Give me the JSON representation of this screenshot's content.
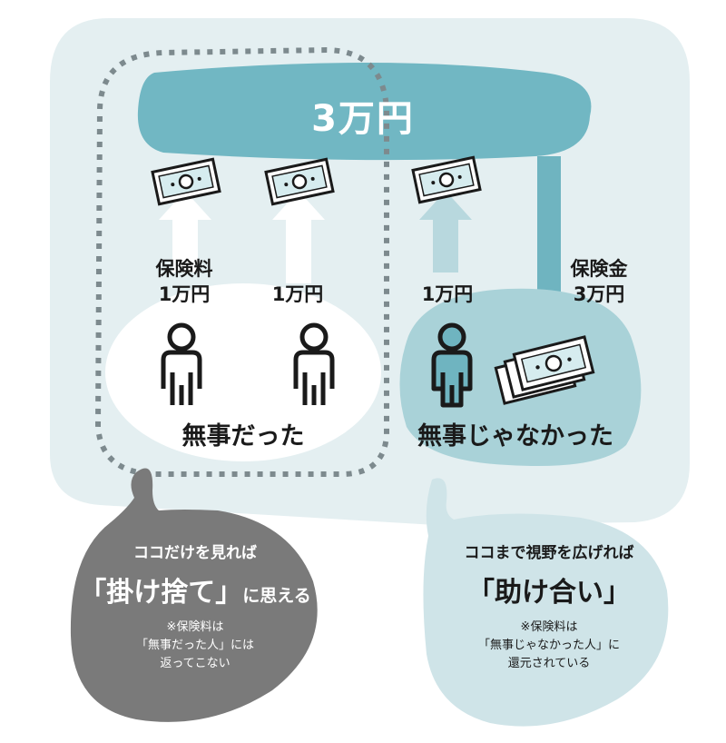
{
  "colors": {
    "background_panel": "#e4eff1",
    "pool": "#71b7c3",
    "pool_arrow": "#6fb4c0",
    "unharmed_group": "#ffffff",
    "harmed_group": "#a9d2d8",
    "left_bubble": "#7a7a7a",
    "right_bubble": "#cfe4e8",
    "dotted_border": "#7d8a8e",
    "person_highlight": "#6fb4c0"
  },
  "pool": {
    "amount": "3万円"
  },
  "premium_heading": "保険料",
  "premiums": [
    {
      "amount": "1万円"
    },
    {
      "amount": "1万円"
    },
    {
      "amount": "1万円"
    }
  ],
  "payout": {
    "heading": "保険金",
    "amount": "3万円"
  },
  "groups": {
    "unharmed": "無事だった",
    "harmed": "無事じゃなかった"
  },
  "left_bubble": {
    "lead": "ココだけを見れば",
    "emphasis": "「掛け捨て」",
    "suffix": "に思える",
    "note_lines": [
      "※保険料は",
      "「無事だった人」には",
      "返ってこない"
    ]
  },
  "right_bubble": {
    "lead": "ココまで視野を広げれば",
    "emphasis": "「助け合い」",
    "note_lines": [
      "※保険料は",
      "「無事じゃなかった人」に",
      "還元されている"
    ]
  },
  "icons": [
    "banknote-icon",
    "up-arrow-icon",
    "person-icon",
    "banknote-stack-icon",
    "down-arrow-icon"
  ]
}
